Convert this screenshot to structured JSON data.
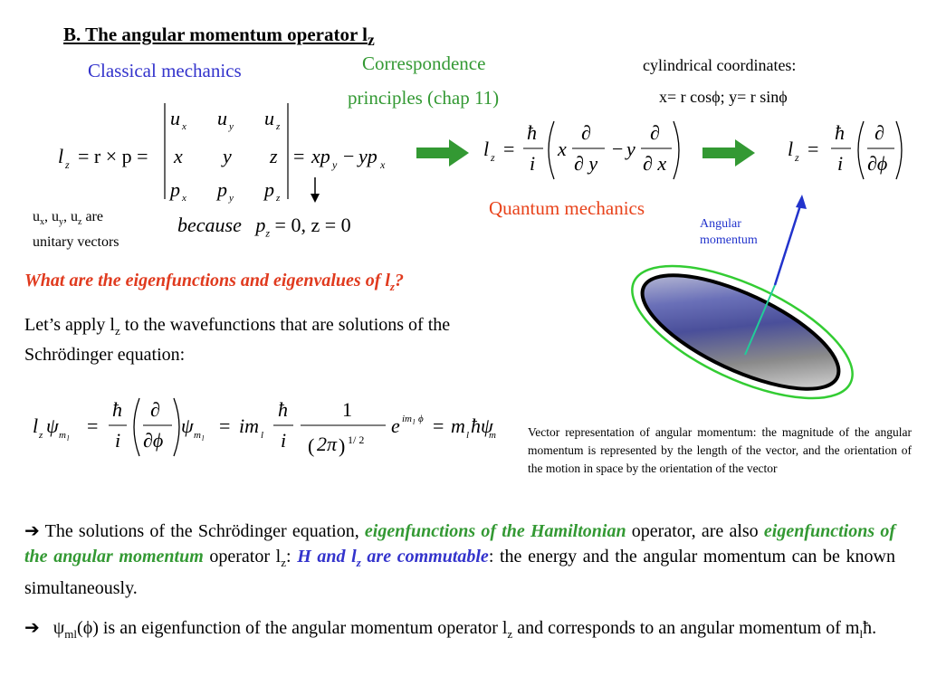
{
  "slide": {
    "title": "B. The angular momentum operator l",
    "title_sub": "z",
    "classical": "Classical mechanics",
    "correspondence_1": "Correspondence",
    "correspondence_2": "principles (chap 11)",
    "cyl_title": "cylindrical coordinates:",
    "cyl_eq": "x= r cosϕ; y= r sinϕ",
    "quantum": "Quantum mechanics",
    "unit_note_1": "u",
    "unit_note_x": "x",
    "unit_note_2": ", u",
    "unit_note_y": "y",
    "unit_note_3": ", u",
    "unit_note_z": "z",
    "unit_note_4": " are",
    "unit_note_5": "unitary vectors",
    "because": "because",
    "because_eq": "= 0, z = 0",
    "angular_label_1": "Angular",
    "angular_label_2": "momentum",
    "question": "What are the eigenfunctions and eigenvalues of l",
    "question_sub": "z",
    "question_end": "?",
    "para_1": "Let’s apply l",
    "para_sub": "z",
    "para_2": " to the wavefunctions that are solutions of the Schrödinger equation:",
    "caption": "Vector representation of angular momentum: the magnitude of the angular momentum is represented by the length of the vector, and the orientation of the motion in space by the orientation of the vector",
    "b1_arrow": "➔",
    "b1_t1": " The solutions of the Schrödinger equation, ",
    "b1_em1": "eigenfunctions of the Hamiltonian",
    "b1_t2": " operator, are also ",
    "b1_em2": "eigenfunctions of the angular momentum",
    "b1_t3": " operator l",
    "b1_sub": "z",
    "b1_t4": ": ",
    "b1_em3": "H and l",
    "b1_em3_sub": "z",
    "b1_em3_end": " are commutable",
    "b1_t5": ": the energy and the angular momentum can be known simultaneously.",
    "b2_arrow": "➔",
    "b2_t1": "ψ",
    "b2_sub1": "ml",
    "b2_t2": "(ϕ) is an eigenfunction of the angular momentum operator l",
    "b2_sub2": "z",
    "b2_t3": " and corresponds to an angular momentum of m",
    "b2_sub3": "l",
    "b2_t4": "ħ."
  },
  "colors": {
    "blue": "#3333cc",
    "green": "#339933",
    "red": "#e03a1e",
    "arrow_green": "#339933",
    "disk": "#5c6aa8",
    "ring": "#33cc33",
    "vector": "#2233cc",
    "axis": "#22cc99"
  }
}
